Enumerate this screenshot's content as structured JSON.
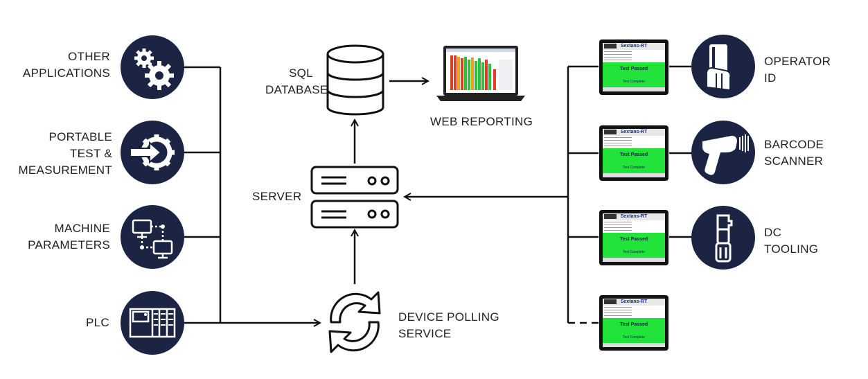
{
  "labels": {
    "other_applications": [
      "OTHER",
      "APPLICATIONS"
    ],
    "portable_test": [
      "PORTABLE",
      "TEST &",
      "MEASUREMENT"
    ],
    "machine_parameters": [
      "MACHINE",
      "PARAMETERS"
    ],
    "plc": [
      "PLC"
    ],
    "sql_database": [
      "SQL",
      "DATABASE"
    ],
    "web_reporting": [
      "WEB REPORTING"
    ],
    "server": [
      "SERVER"
    ],
    "device_polling": [
      "DEVICE POLLING",
      "SERVICE"
    ],
    "operator_id": [
      "OPERATOR",
      "ID"
    ],
    "barcode_scanner": [
      "BARCODE",
      "SCANNER"
    ],
    "dc_tooling": [
      "DC",
      "TOOLING"
    ]
  },
  "tablet": {
    "title": "Sextans-RT",
    "status": "Test Passed",
    "substatus": "Test Complete"
  },
  "icons": {
    "other_applications": "gears-icon",
    "portable_test": "arrow-gear-icon",
    "machine_parameters": "connected-monitors-icon",
    "plc": "plc-rack-icon",
    "operator_id": "id-card-hand-icon",
    "barcode_scanner": "barcode-scanner-icon",
    "dc_tooling": "dc-tool-icon",
    "sql_database": "database-icon",
    "server": "server-icon",
    "device_polling": "sync-arrows-icon",
    "web_reporting": "laptop-icon"
  },
  "colors": {
    "icon_circle": "#1c2444",
    "screen_green": "#22e33a",
    "line": "#111111"
  }
}
